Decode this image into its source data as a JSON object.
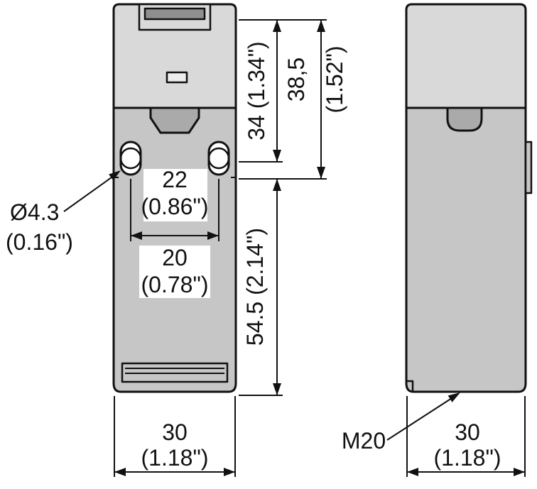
{
  "colors": {
    "head": "#d9d9d9",
    "body": "#c6c6c6",
    "tab": "#aaaaaa",
    "slot_bar": "#8f8f8f",
    "indicator": "#ededed",
    "hole": "#ffffff",
    "knockout": "#ffffff",
    "line": "#111111",
    "background": "#ffffff"
  },
  "dimensions": {
    "height_34": "34 (1.34\")",
    "height_385_mm": "38,5",
    "height_385_in": "(1.52\")",
    "height_545": "54.5 (2.14\")",
    "hole_pitch_22_mm": "22",
    "hole_pitch_22_in": "(0.86\")",
    "hole_pitch_20_mm": "20",
    "hole_pitch_20_in": "(0.78\")",
    "hole_dia_mm": "Ø4.3",
    "hole_dia_in": "(0.16\")",
    "width_front_mm": "30",
    "width_front_in": "(1.18\")",
    "width_side_mm": "30",
    "width_side_in": "(1.18\")",
    "thread": "M20"
  }
}
